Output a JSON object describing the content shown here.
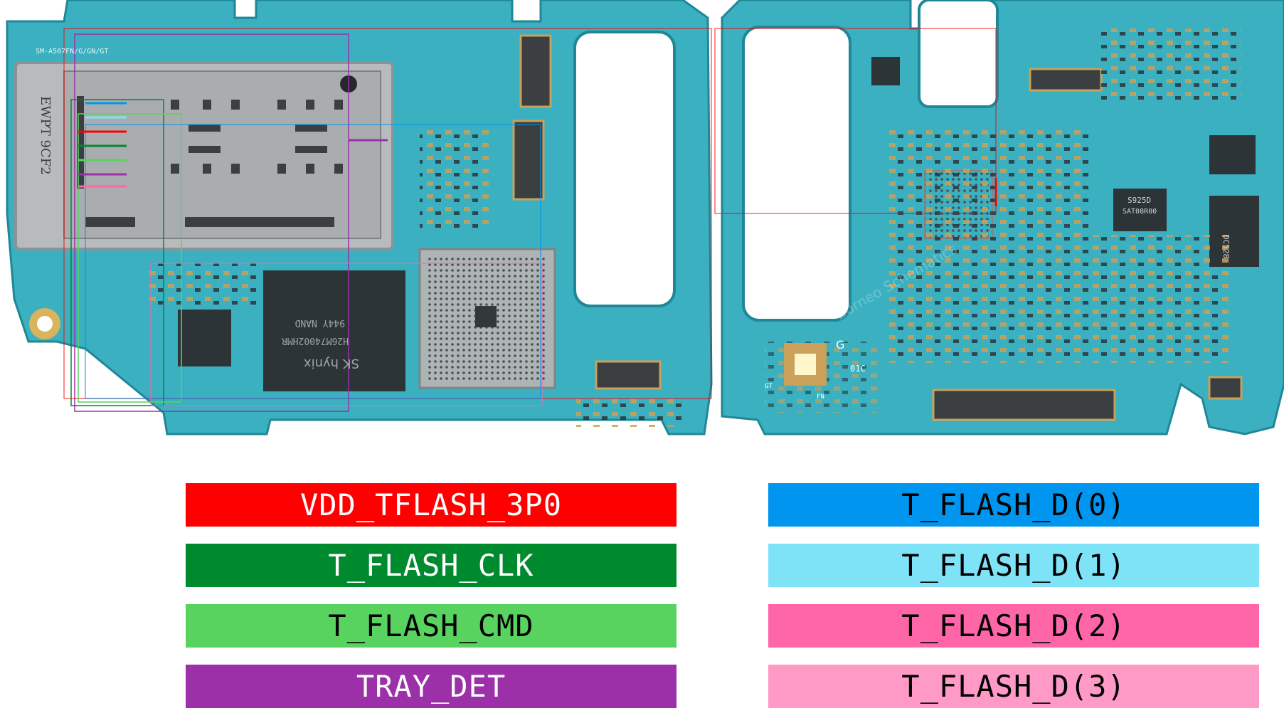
{
  "board": {
    "model_text": "SM-A507FN/G/GN/GT",
    "sim_tray_text": "EWPT 9CF2",
    "flash_text_1": "SK hynix",
    "flash_text_2": "H26M74002HMR",
    "flash_text_3": "944Y  NAND",
    "soc_text_1": "S925D",
    "soc_text_2": "SAT08R00",
    "pmic_text": "DC528",
    "board_code": "01C",
    "label_gt": "GT",
    "label_fn": "FN",
    "label_g": "G",
    "watermark": "Borneo Schematics"
  },
  "legend": {
    "left": [
      {
        "label": "VDD_TFLASH_3P0",
        "color": "#ff0000",
        "text_color": "#ffffff"
      },
      {
        "label": "T_FLASH_CLK",
        "color": "#008a2e",
        "text_color": "#ffffff"
      },
      {
        "label": "T_FLASH_CMD",
        "color": "#59d35f",
        "text_color": "#000000"
      },
      {
        "label": "TRAY_DET",
        "color": "#9b30a8",
        "text_color": "#ffffff"
      }
    ],
    "right": [
      {
        "label": "T_FLASH_D(0)",
        "color": "#0096f0",
        "text_color": "#000000"
      },
      {
        "label": "T_FLASH_D(1)",
        "color": "#7fe3f8",
        "text_color": "#000000"
      },
      {
        "label": "T_FLASH_D(2)",
        "color": "#ff66a8",
        "text_color": "#000000"
      },
      {
        "label": "T_FLASH_D(3)",
        "color": "#ff99c6",
        "text_color": "#000000"
      }
    ]
  },
  "colors": {
    "pcb": "#3ab0c0",
    "pcb_dark": "#1f8796",
    "copper": "#c9a15a",
    "chip": "#2d3438",
    "silver": "#b7bbbd"
  }
}
